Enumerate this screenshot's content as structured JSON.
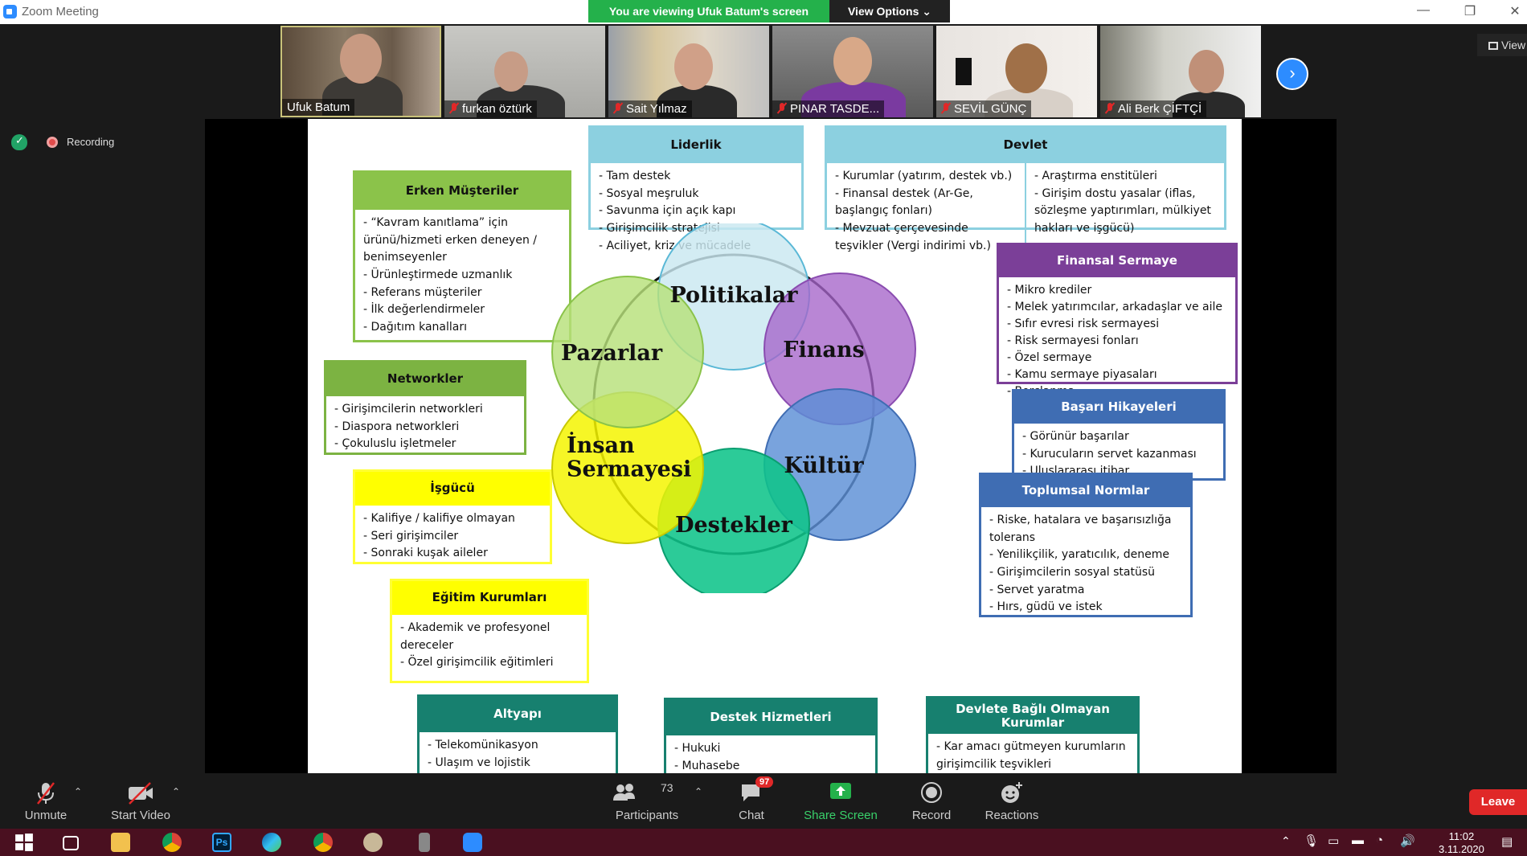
{
  "window": {
    "title": "Zoom Meeting"
  },
  "banner": {
    "text": "You are viewing Ufuk Batum's screen",
    "view_options": "View Options"
  },
  "window_controls": {
    "minimize": "—",
    "restore": "❐",
    "close": "✕"
  },
  "participants_strip": [
    {
      "name": "Ufuk Batum",
      "muted": false,
      "active": true
    },
    {
      "name": "furkan öztürk",
      "muted": true,
      "active": false
    },
    {
      "name": "Sait Yılmaz",
      "muted": true,
      "active": false
    },
    {
      "name": "PINAR TASDE...",
      "muted": true,
      "active": false
    },
    {
      "name": "SEVİL GÜNÇ",
      "muted": true,
      "active": false
    },
    {
      "name": "Ali Berk ÇİFTÇİ",
      "muted": true,
      "active": false
    }
  ],
  "next_arrow": "›",
  "view_button": "View",
  "recording": {
    "label": "Recording"
  },
  "slide": {
    "venn": [
      "Politikalar",
      "Finans",
      "Kültür",
      "Destekler",
      "İnsan\nSermayesi",
      "Pazarlar"
    ],
    "boxes": {
      "liderlik": {
        "title": "Liderlik",
        "items": [
          "- Tam destek",
          "- Sosyal meşruluk",
          "- Savunma için açık kapı",
          "- Girişimcilik stratejisi",
          "- Aciliyet, kriz ve mücadele"
        ]
      },
      "devlet": {
        "title": "Devlet",
        "col1": "- Kurumlar (yatırım, destek vb.)\n- Finansal destek (Ar-Ge, başlangıç fonları)\n- Mevzuat çerçevesinde teşvikler (Vergi indirimi vb.)",
        "col2": "- Araştırma enstitüleri\n- Girişim dostu yasalar (iflas, sözleşme yaptırımları, mülkiyet hakları ve işgücü)"
      },
      "erken": {
        "title": "Erken Müşteriler",
        "items": [
          "- “Kavram kanıtlama” için ürünü/hizmeti erken deneyen / benimseyenler",
          "- Ürünleştirmede uzmanlık",
          "- Referans müşteriler",
          "- İlk değerlendirmeler",
          "- Dağıtım kanalları"
        ]
      },
      "networkler": {
        "title": "Networkler",
        "items": [
          "- Girişimcilerin networkleri",
          "- Diaspora networkleri",
          "- Çokuluslu işletmeler"
        ]
      },
      "isgucu": {
        "title": "İşgücü",
        "items": [
          "- Kalifiye / kalifiye olmayan",
          "- Seri girişimciler",
          "- Sonraki kuşak aileler"
        ]
      },
      "egitim": {
        "title": "Eğitim Kurumları",
        "items": [
          "- Akademik ve profesyonel dereceler",
          "- Özel girişimcilik eğitimleri"
        ]
      },
      "altyapi": {
        "title": "Altyapı",
        "items": [
          "- Telekomünikasyon",
          "- Ulaşım ve lojistik"
        ]
      },
      "destek_hizmetleri": {
        "title": "Destek Hizmetleri",
        "items": [
          "- Hukuki",
          "- Muhasebe"
        ]
      },
      "devlete_bagli": {
        "title": "Devlete Bağlı Olmayan Kurumlar",
        "items": [
          "- Kar amacı gütmeyen kurumların girişimcilik teşvikleri"
        ]
      },
      "finansal": {
        "title": "Finansal Sermaye",
        "items": [
          "- Mikro krediler",
          "- Melek yatırımcılar, arkadaşlar ve aile",
          "- Sıfır evresi risk sermayesi",
          "- Risk sermayesi fonları",
          "- Özel sermaye",
          "- Kamu sermaye piyasaları",
          "- Borçlanma"
        ]
      },
      "basari": {
        "title": "Başarı Hikayeleri",
        "items": [
          "- Görünür başarılar",
          "- Kurucuların servet kazanması",
          "- Uluslararası itibar"
        ]
      },
      "toplumsal": {
        "title": "Toplumsal Normlar",
        "items": [
          "- Riske, hatalara ve başarısızlığa tolerans",
          "- Yenilikçilik, yaratıcılık, deneme",
          "- Girişimcilerin sosyal statüsü",
          "- Servet yaratma",
          "- Hırs, güdü ve istek"
        ]
      }
    }
  },
  "toolbar": {
    "unmute": "Unmute",
    "start_video": "Start Video",
    "participants": "Participants",
    "participants_count": "73",
    "chat": "Chat",
    "chat_badge": "97",
    "share_screen": "Share Screen",
    "record": "Record",
    "reactions": "Reactions",
    "leave": "Leave"
  },
  "taskbar": {
    "time": "11:02",
    "date": "3.11.2020"
  }
}
